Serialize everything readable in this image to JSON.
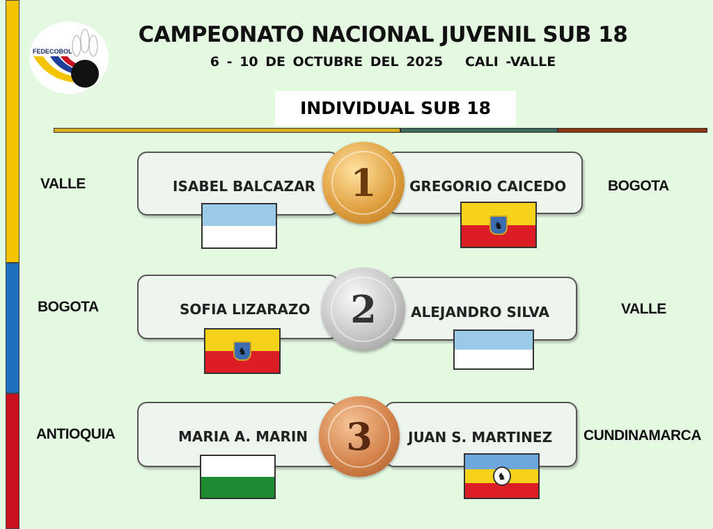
{
  "logo": {
    "text": "FEDECOBOL"
  },
  "header": {
    "title": "CAMPEONATO NACIONAL JUVENIL SUB 18",
    "subtitle": "6 - 10 DE OCTUBRE DEL 2025   CALI -VALLE",
    "category": "INDIVIDUAL SUB 18"
  },
  "colors": {
    "background": "#e4f8e2",
    "yellow": "#f5c400",
    "blue": "#1f6fc0",
    "red": "#c8101e"
  },
  "podium": [
    {
      "place": "1",
      "medal": "gold",
      "left": {
        "region": "VALLE",
        "name": "ISABEL BALCAZAR",
        "flag": "valle-flag"
      },
      "right": {
        "region": "BOGOTA",
        "name": "GREGORIO CAICEDO",
        "flag": "bogota-flag"
      }
    },
    {
      "place": "2",
      "medal": "silver",
      "left": {
        "region": "BOGOTA",
        "name": "SOFIA LIZARAZO",
        "flag": "bogota-flag"
      },
      "right": {
        "region": "VALLE",
        "name": "ALEJANDRO SILVA",
        "flag": "valle-flag"
      }
    },
    {
      "place": "3",
      "medal": "bronze",
      "left": {
        "region": "ANTIOQUIA",
        "name": "MARIA A. MARIN",
        "flag": "antioquia-flag"
      },
      "right": {
        "region": "CUNDINAMARCA",
        "name": "JUAN S. MARTINEZ",
        "flag": "cundinamarca-flag"
      }
    }
  ]
}
